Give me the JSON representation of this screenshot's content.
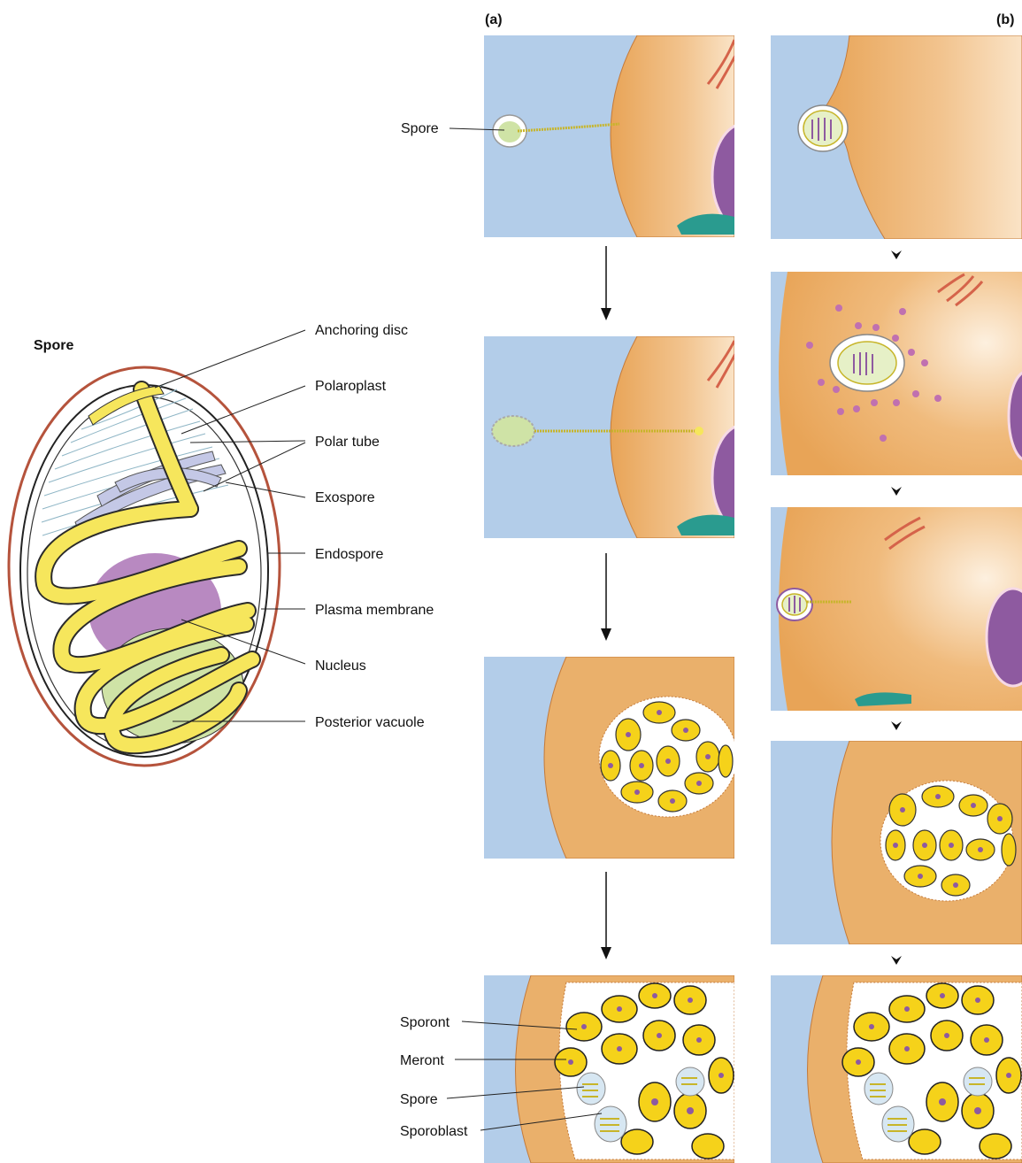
{
  "spore_diagram": {
    "title": "Spore",
    "labels": {
      "anchoring_disc": "Anchoring disc",
      "polaroplast": "Polaroplast",
      "polar_tube": "Polar tube",
      "exospore": "Exospore",
      "endospore": "Endospore",
      "plasma_membrane": "Plasma membrane",
      "nucleus": "Nucleus",
      "posterior_vacuole": "Posterior vacuole"
    }
  },
  "panel_a": {
    "title": "(a)",
    "labels": {
      "spore": "Spore",
      "sporont": "Sporont",
      "meront": "Meront",
      "spore_bottom": "Spore",
      "sporoblast": "Sporoblast"
    }
  },
  "panel_b": {
    "title": "(b)"
  },
  "colors": {
    "extracellular": "#b3cde9",
    "cytoplasm": "#eab06b",
    "nucleus": "#8e5aa0",
    "polar_tube": "#f6e65c",
    "vacuole": "#cfe3a6",
    "exospore": "#b5533c",
    "mitochondrion": "#2a9b8f",
    "er": "#d5634a",
    "parasite_cell": "#f5d21a"
  }
}
